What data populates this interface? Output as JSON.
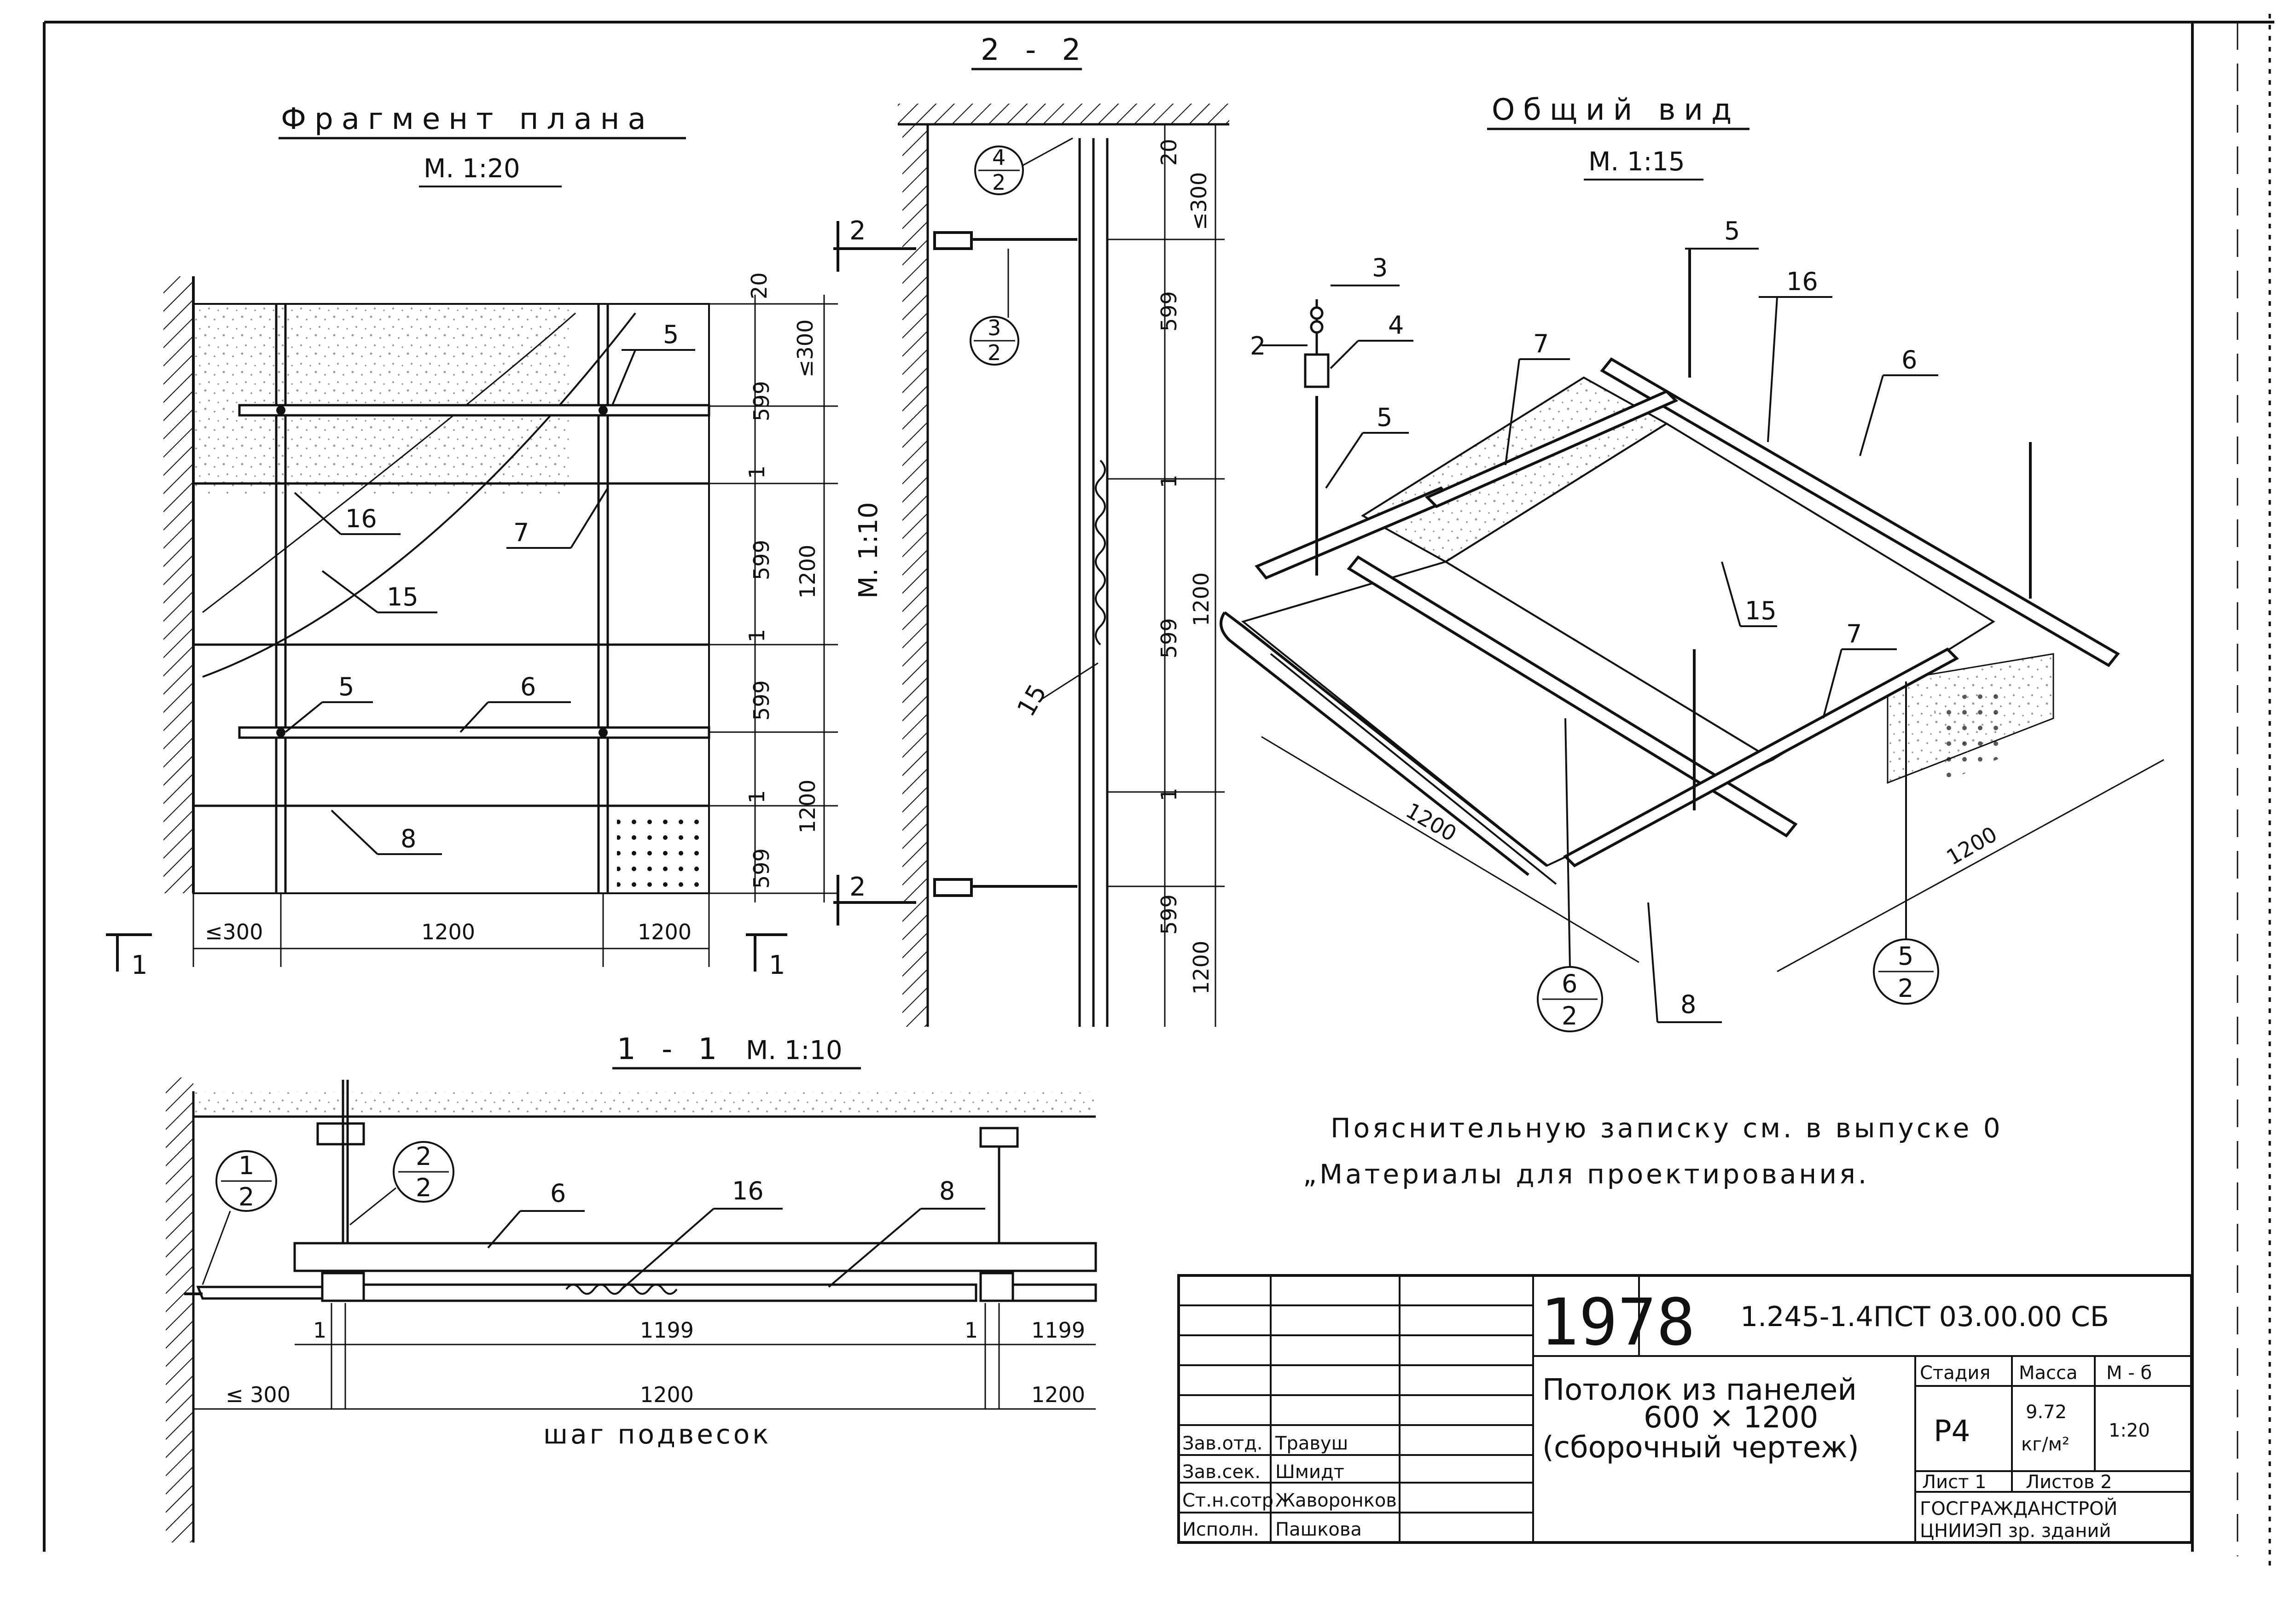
{
  "sheet": {
    "ink_color": "#111111",
    "paper_color": "#ffffff",
    "speckle_color": "#9a9a9a"
  },
  "views": {
    "plan": {
      "title": "Фрагмент плана",
      "scale": "М. 1:20",
      "positions": [
        "5",
        "16",
        "7",
        "15",
        "5",
        "6",
        "8"
      ],
      "dims_right": [
        "20",
        "≤300",
        "599",
        "1",
        "599",
        "1200",
        "1",
        "599",
        "1",
        "1200",
        "599"
      ],
      "dims_bottom": [
        "≤300",
        "1200",
        "1200"
      ],
      "section_marks": [
        "1",
        "1"
      ]
    },
    "section22": {
      "title": "2 - 2",
      "scale": "М. 1:10",
      "bubbles": [
        {
          "num": "4",
          "den": "2"
        },
        {
          "num": "3",
          "den": "2"
        }
      ],
      "positions": [
        "15"
      ],
      "dims": [
        "20",
        "≤300",
        "599",
        "1",
        "1200",
        "599",
        "1",
        "599",
        "1200"
      ],
      "section_marks": [
        "2",
        "2"
      ]
    },
    "general": {
      "title": "Общий вид",
      "scale": "М. 1:15",
      "positions": [
        "5",
        "16",
        "6",
        "3",
        "2",
        "4",
        "7",
        "5",
        "15",
        "7",
        "8"
      ],
      "dims": [
        "1200",
        "1200"
      ],
      "bubbles": [
        {
          "num": "6",
          "den": "2"
        },
        {
          "num": "5",
          "den": "2"
        }
      ]
    },
    "section11": {
      "title": "1 - 1",
      "scale": "М. 1:10",
      "bubbles": [
        {
          "num": "1",
          "den": "2"
        },
        {
          "num": "2",
          "den": "2"
        }
      ],
      "positions": [
        "6",
        "16",
        "8"
      ],
      "dims_top": [
        "1",
        "1199",
        "1",
        "1199"
      ],
      "dims_bottom": [
        "≤ 300",
        "1200",
        "1200"
      ],
      "step_label": "шаг подвесок"
    }
  },
  "note": {
    "line1": "Пояснительную записку см. в выпуске 0",
    "line2": "„Материалы для проектирования."
  },
  "title_block": {
    "year": "1978",
    "code": "1.245-1.4ПСТ 03.00.00 СБ",
    "name_line1": "Потолок из панелей",
    "name_line2": "600 × 1200",
    "name_line3": "(сборочный чертеж)",
    "headers": [
      "Стадия",
      "Масса",
      "М - б"
    ],
    "stage": "Р4",
    "mass": "9.72",
    "mass_unit": "кг/м²",
    "scale": "1:20",
    "sheet": "Лист 1",
    "sheets": "Листов 2",
    "org1": "ГОСГРАЖДАНСТРОЙ",
    "org2": "ЦНИИЭП зр. зданий",
    "signers": [
      {
        "role": "Зав.отд.",
        "name": "Травуш"
      },
      {
        "role": "Зав.сек.",
        "name": "Шмидт"
      },
      {
        "role": "Ст.н.сотр",
        "name": "Жаворонков"
      },
      {
        "role": "Исполн.",
        "name": "Пашкова"
      }
    ]
  }
}
